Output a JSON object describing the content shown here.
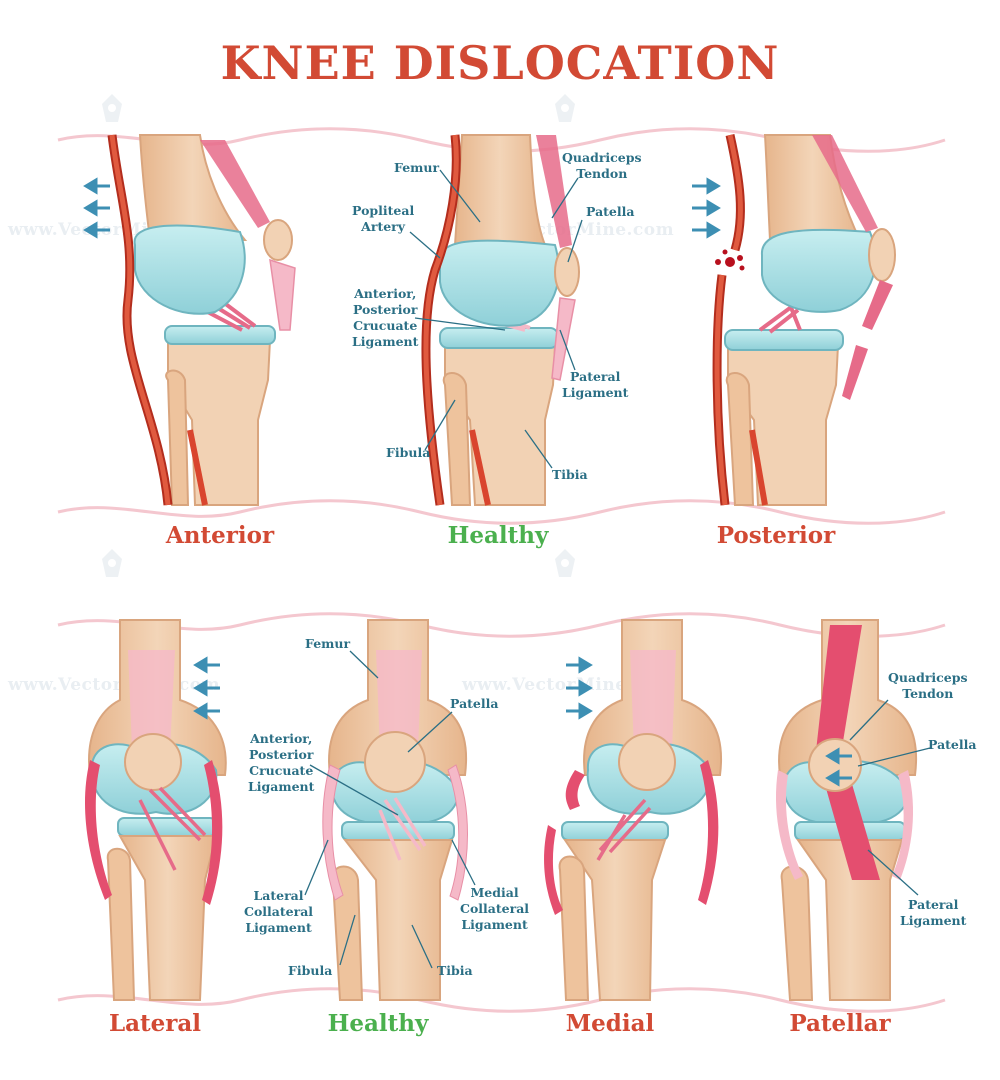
{
  "title": "KNEE DISLOCATION",
  "watermark": "www.VectorMine.com",
  "colors": {
    "title": "#d24a34",
    "caption_red": "#d24a34",
    "caption_green": "#4bb04e",
    "label": "#2b6f85",
    "bone": "#f2d2b4",
    "bone_shaft": "#eec39d",
    "cartilage": "#a9dfe4",
    "ligament": "#f5b9c8",
    "muscle": "#e44e6f",
    "artery": "#d9452e",
    "arrow": "#3d8fb3"
  },
  "top_row": {
    "captions": [
      "Anterior",
      "Healthy",
      "Posterior"
    ],
    "labels": {
      "femur": "Femur",
      "popliteal_artery": "Popliteal\nArtery",
      "cruciate": "Anterior,\nPosterior\nCrucuate\nLigament",
      "fibula": "Fibula",
      "quadriceps_tendon": "Quadriceps\nTendon",
      "patella": "Patella",
      "pateral_ligament": "Pateral\nLigament",
      "tibia": "Tibia"
    }
  },
  "bottom_row": {
    "captions": [
      "Lateral",
      "Healthy",
      "Medial",
      "Patellar"
    ],
    "labels": {
      "femur": "Femur",
      "patella": "Patella",
      "cruciate": "Anterior,\nPosterior\nCrucuate\nLigament",
      "lateral_collateral": "Lateral\nCollateral\nLigament",
      "fibula": "Fibula",
      "tibia": "Tibia",
      "medial_collateral": "Medial\nCollateral\nLigament",
      "quadriceps_tendon": "Quadriceps\nTendon",
      "patella2": "Patella",
      "pateral_ligament": "Pateral\nLigament"
    }
  }
}
